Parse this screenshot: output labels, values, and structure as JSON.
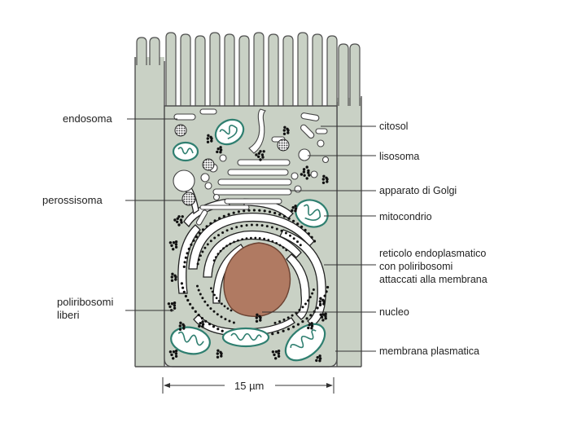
{
  "labels": {
    "endosoma": "endosoma",
    "perossisoma": "perossisoma",
    "poliribosomi_1": "poliribosomi",
    "poliribosomi_2": "liberi",
    "citosol": "citosol",
    "lisosoma": "lisosoma",
    "golgi": "apparato di Golgi",
    "mitocondrio": "mitocondrio",
    "reticolo_1": "reticolo endoplasmatico",
    "reticolo_2": "con poliribosomi",
    "reticolo_3": "attaccati alla membrana",
    "nucleo": "nucleo",
    "membrana": "membrana plasmatica"
  },
  "scale_bar": {
    "label": "15 µm"
  },
  "colors": {
    "cell": "#c9d1c5",
    "nucleus": "#b07a62",
    "mitochondrion": "#2f7f70"
  }
}
